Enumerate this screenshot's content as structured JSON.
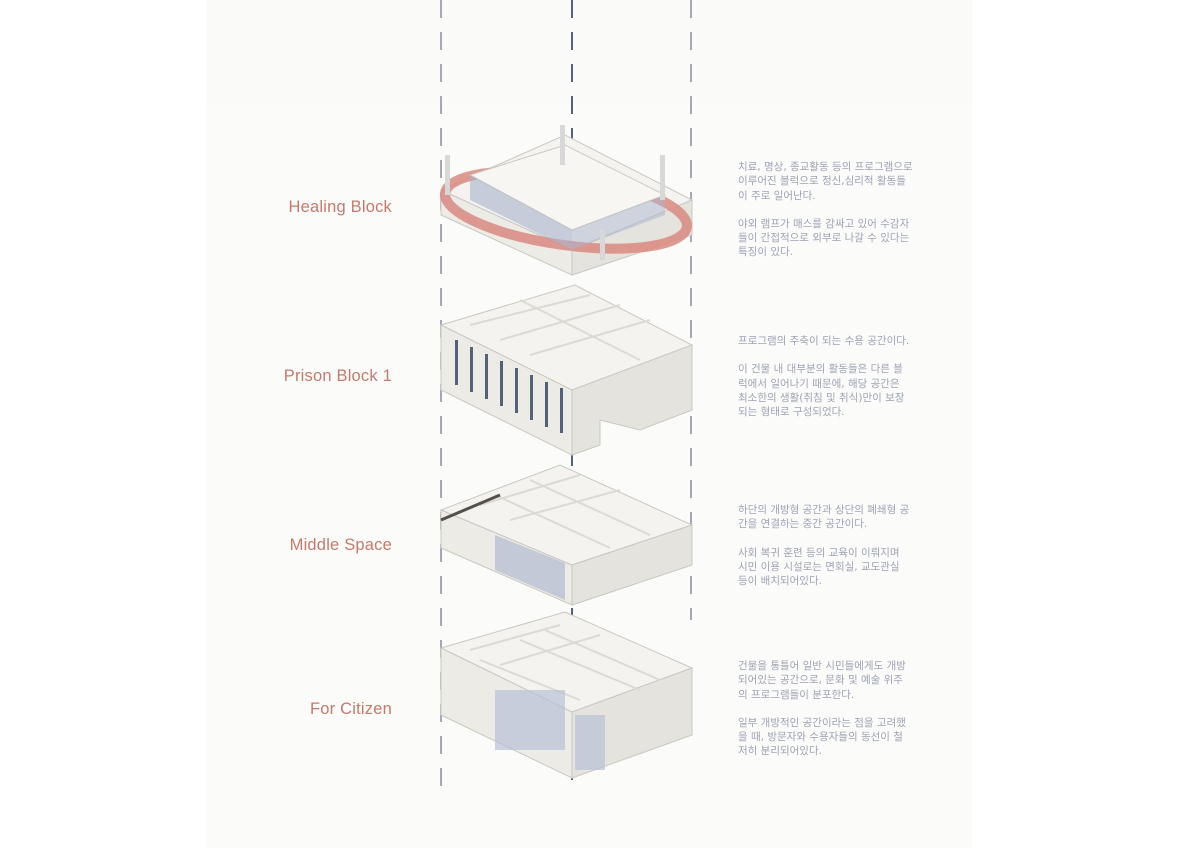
{
  "colors": {
    "label": "#c77a6c",
    "text": "#9ea3b6",
    "axis": "#5a6480",
    "ramp": "#d98a80",
    "glass": "#a9b3cc"
  },
  "blocks": [
    {
      "label": "Healing Block",
      "paragraphs": [
        [
          "치료, 명상, 종교활동 등의 프로그램으로",
          "이루어진 블럭으로 정신,심리적 활동들",
          "이 주로 일어난다."
        ],
        [
          "야외 램프가 매스를 감싸고 있어 수감자",
          "들이 간접적으로 외부로 나갈 수 있다는",
          "특징이 있다."
        ]
      ]
    },
    {
      "label": "Prison Block 1",
      "paragraphs": [
        [
          "프로그램의 주축이 되는 수용 공간이다."
        ],
        [
          "이 건물 내 대부분의 활동들은 다른 블",
          "럭에서 일어나기 때문에, 해당 공간은",
          "최소한의 생활(취침 및 취식)만이 보장",
          "되는 형태로 구성되었다."
        ]
      ]
    },
    {
      "label": "Middle Space",
      "paragraphs": [
        [
          "하단의 개방형 공간과 상단의 폐쇄형 공",
          "간을 연결하는 중간 공간이다."
        ],
        [
          "사회 복귀 훈련 등의 교육이 이뤄지며",
          "시민 이용 시설로는 면회실, 교도관실",
          "등이 배치되어있다."
        ]
      ]
    },
    {
      "label": "For Citizen",
      "paragraphs": [
        [
          "건물을 통틀어 일반 시민들에게도 개방",
          "되어있는 공간으로, 문화 및 예술 위주",
          "의 프로그램들이 분포한다."
        ],
        [
          "일부 개방적인 공간이라는 점을 고려했",
          "을 때, 방문자와 수용자들의 동선이 철",
          "저히 분리되어있다."
        ]
      ]
    }
  ]
}
